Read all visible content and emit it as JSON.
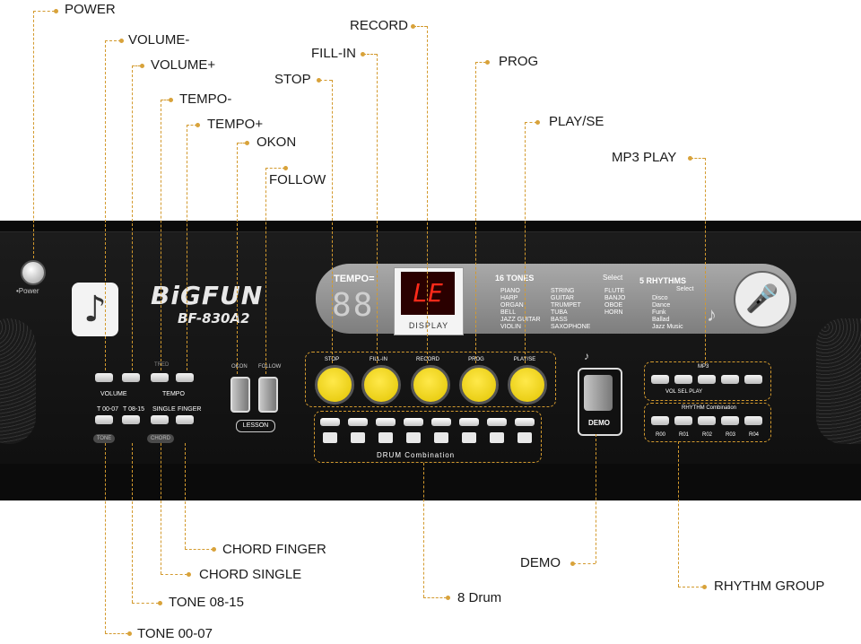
{
  "callouts": {
    "power": "POWER",
    "volume_minus": "VOLUME-",
    "volume_plus": "VOLUME+",
    "tempo_minus": "TEMPO-",
    "tempo_plus": "TEMPO+",
    "okon": "OKON",
    "follow": "FOLLOW",
    "stop": "STOP",
    "fill_in": "FILL-IN",
    "record": "RECORD",
    "prog": "PROG",
    "play_se": "PLAY/SE",
    "mp3_play": "MP3 PLAY",
    "chord_finger": "CHORD FINGER",
    "chord_single": "CHORD SINGLE",
    "tone_08_15": "TONE 08-15",
    "tone_00_07": "TONE 00-07",
    "eight_drum": "8 Drum",
    "demo": "DEMO",
    "rhythm_group": "RHYTHM GROUP"
  },
  "panel": {
    "power_label": "•Power",
    "brand": "BiGFUN",
    "model": "BF-830A2",
    "tempo_label": "TEMPO=",
    "tempo_digits": "88",
    "led_text": "LE",
    "display_caption": "DISPLAY",
    "tones_title": "16 TONES",
    "tones_select": "Select",
    "tones_col1": [
      "PIANO",
      "HARP",
      "ORGAN",
      "BELL",
      "JAZZ GUITAR",
      "VIOLIN"
    ],
    "tones_col2": [
      "STRING",
      "GUITAR",
      "TRUMPET",
      "TUBA",
      "BASS",
      "SAXOPHONE"
    ],
    "tones_col3": [
      "FLUTE",
      "BANJO",
      "OBOE",
      "HORN"
    ],
    "rhythms_title": "5 RHYTHMS",
    "rhythms_select": "Select",
    "rhythms": [
      "Disco",
      "Dance",
      "Funk",
      "Ballad",
      "Jazz Music"
    ],
    "mic_label": "MIC",
    "volume_label": "VOLUME",
    "tempo_ctrl_label": "TEMPO",
    "tone_00_07": "T 00-07",
    "tone_08_15": "T 08-15",
    "single": "SINGLE",
    "finger": "FINGER",
    "tone_tag": "TONE",
    "chord_tag": "CHORD",
    "tred_tag": "TRED",
    "okon_small": "OKON",
    "follow_small": "FOLLOW",
    "lesson": "LESSON",
    "yellow_buttons": [
      "STOP",
      "FILL-IN",
      "RECORD",
      "PROG",
      "PLAY/SE"
    ],
    "drum_caption": "DRUM Combination",
    "demo_label": "DEMO",
    "mp3_label": "MP3",
    "mp3_controls": "VOL  SEL  PLAY",
    "rhythm_combo": "RHYTHM Combination",
    "rhythm_codes": [
      "R00",
      "R01",
      "R02",
      "R03",
      "R04"
    ]
  }
}
